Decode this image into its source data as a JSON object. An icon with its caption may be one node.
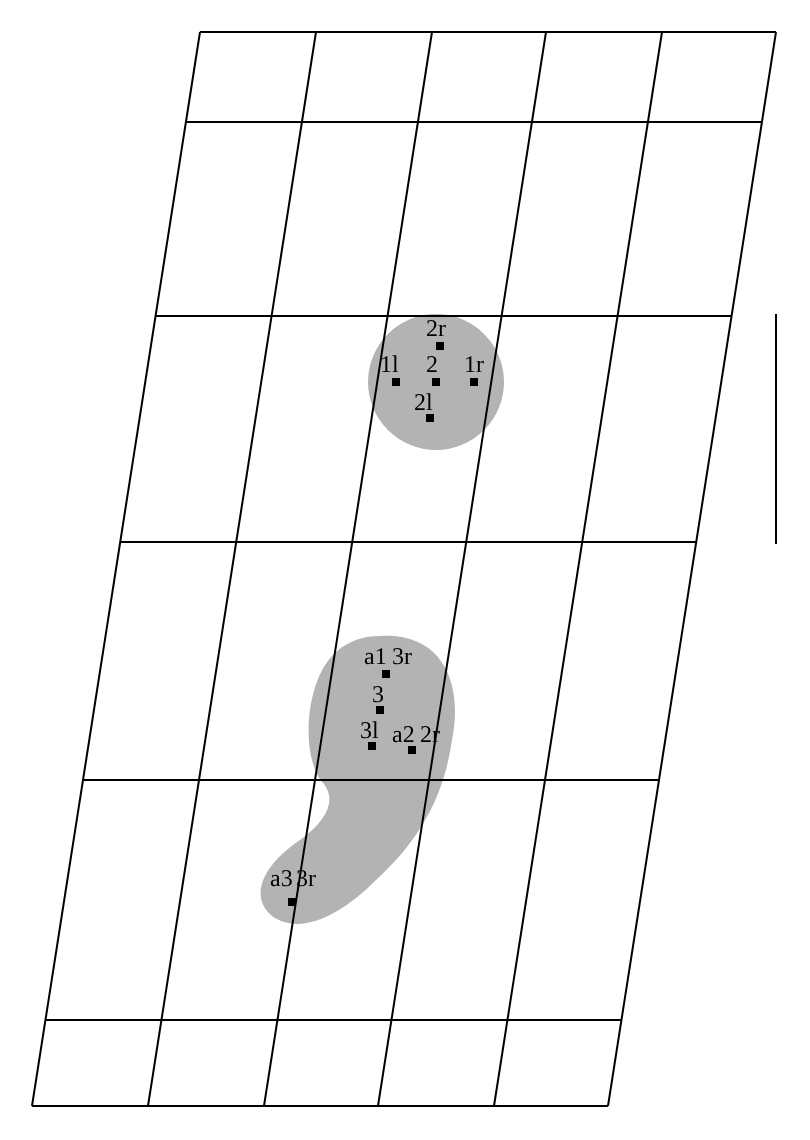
{
  "diagram": {
    "labels": [
      "2r",
      "1l",
      "2",
      "1r",
      "2l",
      "a1",
      "3r",
      "3",
      "3l",
      "a2",
      "2r",
      "a3",
      "3r"
    ]
  }
}
